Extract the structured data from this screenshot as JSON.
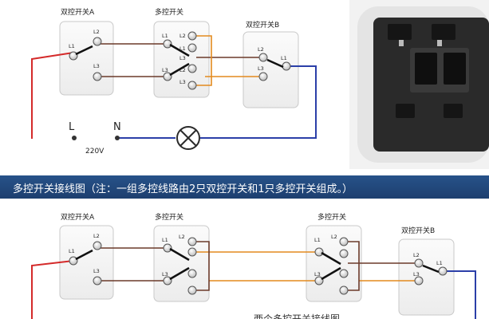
{
  "top": {
    "switch_a": "双控开关A",
    "multi": "多控开关",
    "switch_b": "双控开关B",
    "terminals": {
      "l1": "L1",
      "l2": "L2",
      "l3": "L3"
    },
    "live": "L",
    "neutral": "N",
    "voltage": "220V"
  },
  "caption": "多控开关接线图（注：一组多控线路由2只双控开关和1只多控开关组成。）",
  "bottom": {
    "switch_a": "双控开关A",
    "multi_1": "多控开关",
    "multi_2": "多控开关",
    "switch_b": "双控开关B",
    "note": "两个多控开关接线图"
  },
  "wire_colors": {
    "live": "#d42a2a",
    "neutral": "#2b3fa8",
    "traveler_brown": "#6b3a2a",
    "traveler_orange": "#e38a1e"
  }
}
